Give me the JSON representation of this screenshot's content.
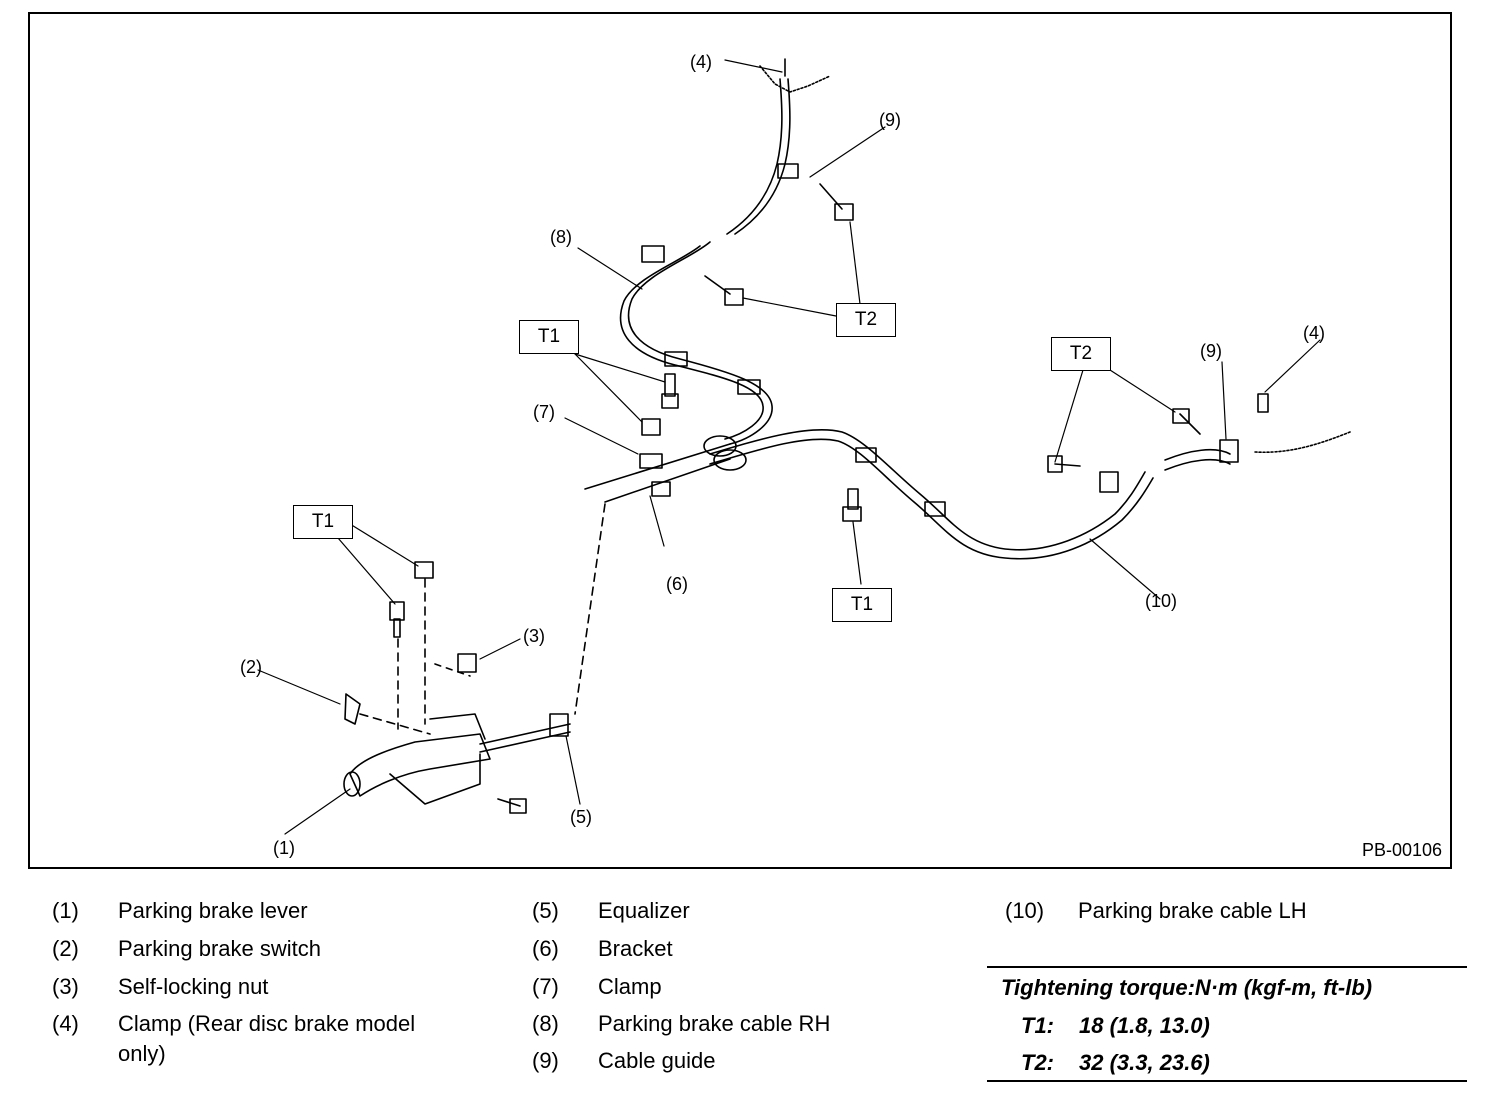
{
  "figure": {
    "id": "PB-00106",
    "callouts": {
      "c1": "(1)",
      "c2": "(2)",
      "c3": "(3)",
      "c4a": "(4)",
      "c4b": "(4)",
      "c5": "(5)",
      "c6": "(6)",
      "c7": "(7)",
      "c8": "(8)",
      "c9a": "(9)",
      "c9b": "(9)",
      "c10": "(10)"
    },
    "torque_boxes": {
      "t1_left": "T1",
      "t1_mid": "T1",
      "t1_bottom": "T1",
      "t2_mid": "T2",
      "t2_right": "T2"
    }
  },
  "legend": {
    "col1": [
      {
        "num": "(1)",
        "text": "Parking brake lever"
      },
      {
        "num": "(2)",
        "text": "Parking brake switch"
      },
      {
        "num": "(3)",
        "text": "Self-locking nut"
      },
      {
        "num": "(4)",
        "text": "Clamp (Rear disc brake model",
        "text2": "only)"
      }
    ],
    "col2": [
      {
        "num": "(5)",
        "text": "Equalizer"
      },
      {
        "num": "(6)",
        "text": "Bracket"
      },
      {
        "num": "(7)",
        "text": "Clamp"
      },
      {
        "num": "(8)",
        "text": "Parking brake cable RH"
      },
      {
        "num": "(9)",
        "text": "Cable guide"
      }
    ],
    "col3": [
      {
        "num": "(10)",
        "text": "Parking brake cable LH"
      }
    ]
  },
  "torque": {
    "title": "Tightening torque:N·m (kgf-m, ft-lb)",
    "rows": [
      {
        "key": "T1:",
        "value": "18 (1.8, 13.0)"
      },
      {
        "key": "T2:",
        "value": "32 (3.3, 23.6)"
      }
    ]
  }
}
